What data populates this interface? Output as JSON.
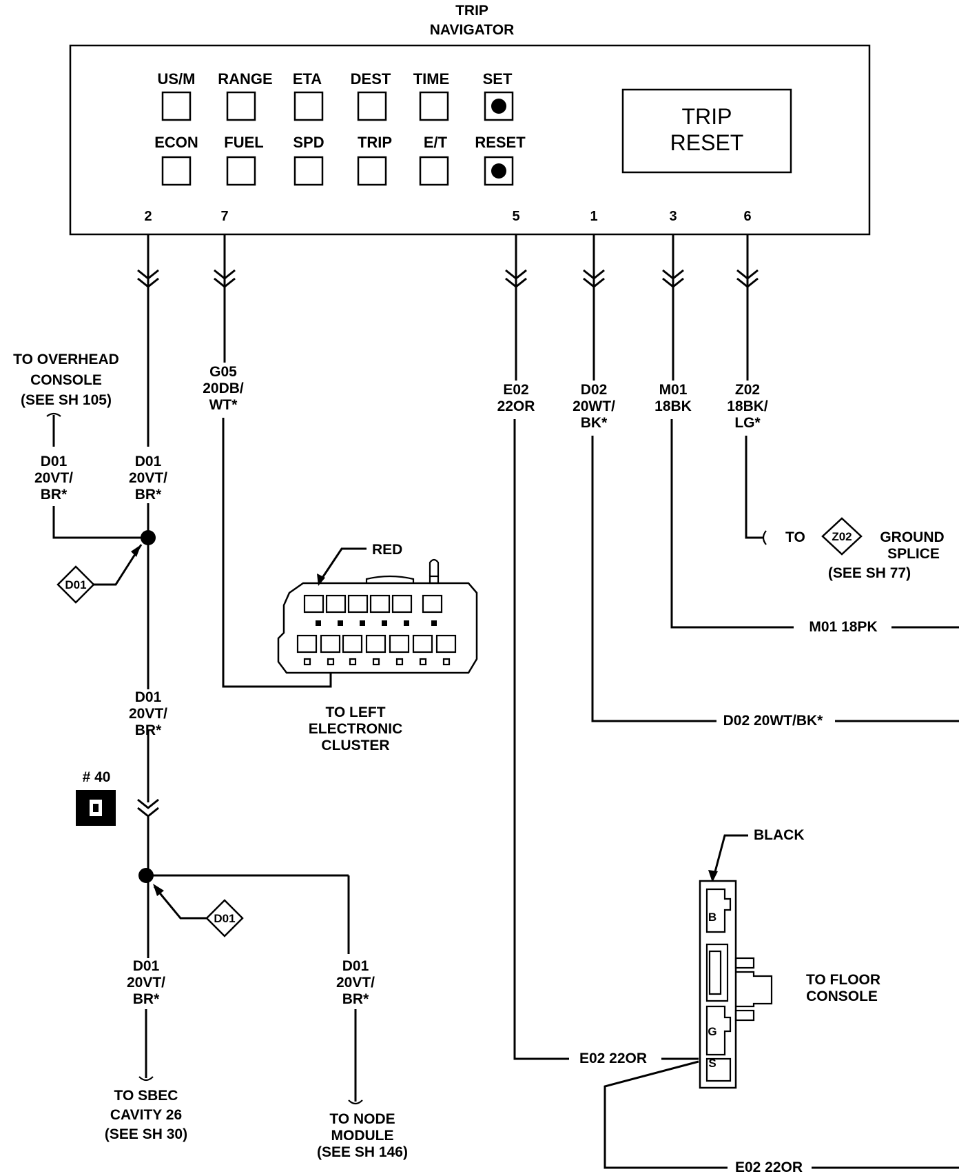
{
  "navigator": {
    "title_line1": "TRIP",
    "title_line2": "NAVIGATOR",
    "buttons_top": [
      "US/M",
      "RANGE",
      "ETA",
      "DEST",
      "TIME",
      "SET"
    ],
    "buttons_bottom": [
      "ECON",
      "FUEL",
      "SPD",
      "TRIP",
      "E/T",
      "RESET"
    ],
    "reset_box_line1": "TRIP",
    "reset_box_line2": "RESET",
    "pins": [
      "2",
      "7",
      "5",
      "1",
      "3",
      "6"
    ]
  },
  "wires": {
    "g05": [
      "G05",
      "20DB/",
      "WT*"
    ],
    "e02": [
      "E02",
      "22OR"
    ],
    "d02": [
      "D02",
      "20WT/",
      "BK*"
    ],
    "m01": [
      "M01",
      "18BK"
    ],
    "z02": [
      "Z02",
      "18BK/",
      "LG*"
    ],
    "d01_left": [
      "D01",
      "20VT/",
      "BR*"
    ],
    "d01_center": [
      "D01",
      "20VT/",
      "BR*"
    ],
    "d01_mid": [
      "D01",
      "20VT/",
      "BR*"
    ],
    "d01_low_left": [
      "D01",
      "20VT/",
      "BR*"
    ],
    "d01_low_right": [
      "D01",
      "20VT/",
      "BR*"
    ],
    "m01_18pk": "M01 18PK",
    "d02_20wtbk": "D02 20WT/BK*",
    "e02_22or_a": "E02 22OR",
    "e02_22or_b": "E02 22OR"
  },
  "labels": {
    "overhead": [
      "TO OVERHEAD",
      "CONSOLE",
      "(SEE SH 105)"
    ],
    "ground_to": "TO",
    "ground_splice": [
      "GROUND",
      "SPLICE",
      "(SEE SH 77)"
    ],
    "splice_z02": "Z02",
    "splice_d01_a": "D01",
    "splice_d01_b": "D01",
    "red": "RED",
    "left_cluster": [
      "TO LEFT",
      "ELECTRONIC",
      "CLUSTER"
    ],
    "ground_num": "# 40",
    "black": "BLACK",
    "floor_console": [
      "TO FLOOR",
      "CONSOLE"
    ],
    "sbec": [
      "TO SBEC",
      "CAVITY 26",
      "(SEE SH 30)"
    ],
    "node": [
      "TO NODE",
      "MODULE",
      "(SEE SH 146)"
    ],
    "conn_b": "B",
    "conn_g": "G",
    "conn_s": "S"
  }
}
